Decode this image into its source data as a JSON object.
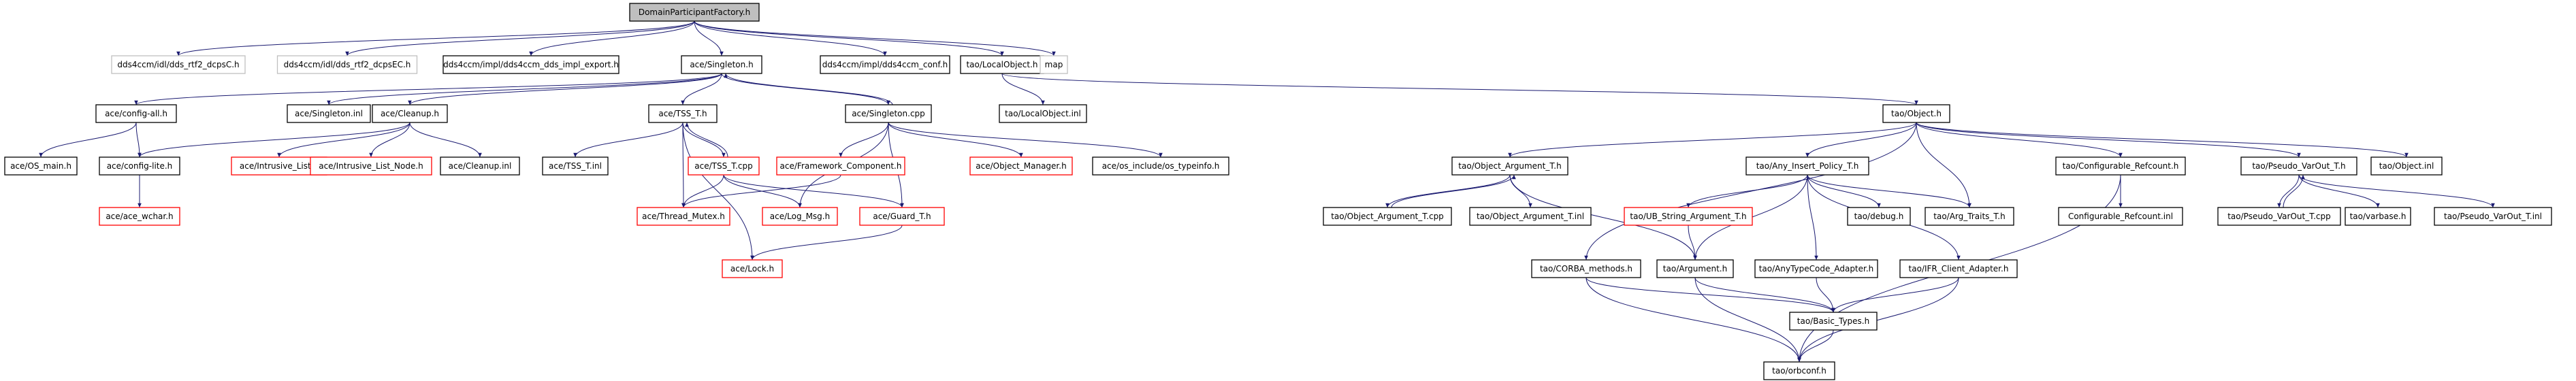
{
  "colors": {
    "node_border": "#000000",
    "missing_border": "#ff0000",
    "external_border": "#bfbfbf",
    "root_fill": "#bfbfbf",
    "node_fill": "#ffffff",
    "edge": "#191970",
    "text": "#000000"
  },
  "nodes": [
    {
      "id": "dpf",
      "label": "DomainParticipantFactory.h",
      "style": "root"
    },
    {
      "id": "dcpsC",
      "label": "dds4ccm/idl/dds_rtf2_dcpsC.h",
      "style": "external"
    },
    {
      "id": "dcpsEC",
      "label": "dds4ccm/idl/dds_rtf2_dcpsEC.h",
      "style": "external"
    },
    {
      "id": "implexp",
      "label": "dds4ccm/impl/dds4ccm_dds_impl_export.h",
      "style": "normal"
    },
    {
      "id": "singleton",
      "label": "ace/Singleton.h",
      "style": "normal"
    },
    {
      "id": "conf",
      "label": "dds4ccm/impl/dds4ccm_conf.h",
      "style": "normal"
    },
    {
      "id": "localobj",
      "label": "tao/LocalObject.h",
      "style": "normal"
    },
    {
      "id": "map",
      "label": "map",
      "style": "external"
    },
    {
      "id": "configall",
      "label": "ace/config-all.h",
      "style": "normal"
    },
    {
      "id": "singletoninl",
      "label": "ace/Singleton.inl",
      "style": "normal"
    },
    {
      "id": "cleanup",
      "label": "ace/Cleanup.h",
      "style": "normal"
    },
    {
      "id": "tss",
      "label": "ace/TSS_T.h",
      "style": "normal"
    },
    {
      "id": "singletoncpp",
      "label": "ace/Singleton.cpp",
      "style": "normal"
    },
    {
      "id": "localobjinl",
      "label": "tao/LocalObject.inl",
      "style": "normal"
    },
    {
      "id": "object",
      "label": "tao/Object.h",
      "style": "normal"
    },
    {
      "id": "osmain",
      "label": "ace/OS_main.h",
      "style": "normal"
    },
    {
      "id": "configlite",
      "label": "ace/config-lite.h",
      "style": "normal"
    },
    {
      "id": "intrusivelist",
      "label": "ace/Intrusive_List.h",
      "style": "missing"
    },
    {
      "id": "intrusivenode",
      "label": "ace/Intrusive_List_Node.h",
      "style": "missing"
    },
    {
      "id": "cleanupinl",
      "label": "ace/Cleanup.inl",
      "style": "normal"
    },
    {
      "id": "tssinl",
      "label": "ace/TSS_T.inl",
      "style": "normal"
    },
    {
      "id": "tsscpp",
      "label": "ace/TSS_T.cpp",
      "style": "missing"
    },
    {
      "id": "framework",
      "label": "ace/Framework_Component.h",
      "style": "missing"
    },
    {
      "id": "objmgr",
      "label": "ace/Object_Manager.h",
      "style": "missing"
    },
    {
      "id": "typeinfo",
      "label": "ace/os_include/os_typeinfo.h",
      "style": "normal"
    },
    {
      "id": "acewchar",
      "label": "ace/ace_wchar.h",
      "style": "missing"
    },
    {
      "id": "threadmutex",
      "label": "ace/Thread_Mutex.h",
      "style": "missing"
    },
    {
      "id": "logmsg",
      "label": "ace/Log_Msg.h",
      "style": "missing"
    },
    {
      "id": "guard",
      "label": "ace/Guard_T.h",
      "style": "missing"
    },
    {
      "id": "lock",
      "label": "ace/Lock.h",
      "style": "missing"
    },
    {
      "id": "objarg",
      "label": "tao/Object_Argument_T.h",
      "style": "normal"
    },
    {
      "id": "anyinsert",
      "label": "tao/Any_Insert_Policy_T.h",
      "style": "normal"
    },
    {
      "id": "confrefcount",
      "label": "tao/Configurable_Refcount.h",
      "style": "normal"
    },
    {
      "id": "pseudovar",
      "label": "tao/Pseudo_VarOut_T.h",
      "style": "normal"
    },
    {
      "id": "objectinl",
      "label": "tao/Object.inl",
      "style": "normal"
    },
    {
      "id": "objargcpp",
      "label": "tao/Object_Argument_T.cpp",
      "style": "normal"
    },
    {
      "id": "objarginl",
      "label": "tao/Object_Argument_T.inl",
      "style": "normal"
    },
    {
      "id": "ubstring",
      "label": "tao/UB_String_Argument_T.h",
      "style": "missing"
    },
    {
      "id": "debug",
      "label": "tao/debug.h",
      "style": "normal"
    },
    {
      "id": "argtraits",
      "label": "tao/Arg_Traits_T.h",
      "style": "normal"
    },
    {
      "id": "confrefinl",
      "label": "Configurable_Refcount.inl",
      "style": "normal"
    },
    {
      "id": "pseudovarcpp",
      "label": "tao/Pseudo_VarOut_T.cpp",
      "style": "normal"
    },
    {
      "id": "varbase",
      "label": "tao/varbase.h",
      "style": "normal"
    },
    {
      "id": "pseudovarinl",
      "label": "tao/Pseudo_VarOut_T.inl",
      "style": "normal"
    },
    {
      "id": "corbamethods",
      "label": "tao/CORBA_methods.h",
      "style": "normal"
    },
    {
      "id": "argument",
      "label": "tao/Argument.h",
      "style": "normal"
    },
    {
      "id": "anytypecode",
      "label": "tao/AnyTypeCode_Adapter.h",
      "style": "normal"
    },
    {
      "id": "ifrclient",
      "label": "tao/IFR_Client_Adapter.h",
      "style": "normal"
    },
    {
      "id": "basictypes",
      "label": "tao/Basic_Types.h",
      "style": "normal"
    },
    {
      "id": "orbconf",
      "label": "tao/orbconf.h",
      "style": "normal"
    }
  ]
}
